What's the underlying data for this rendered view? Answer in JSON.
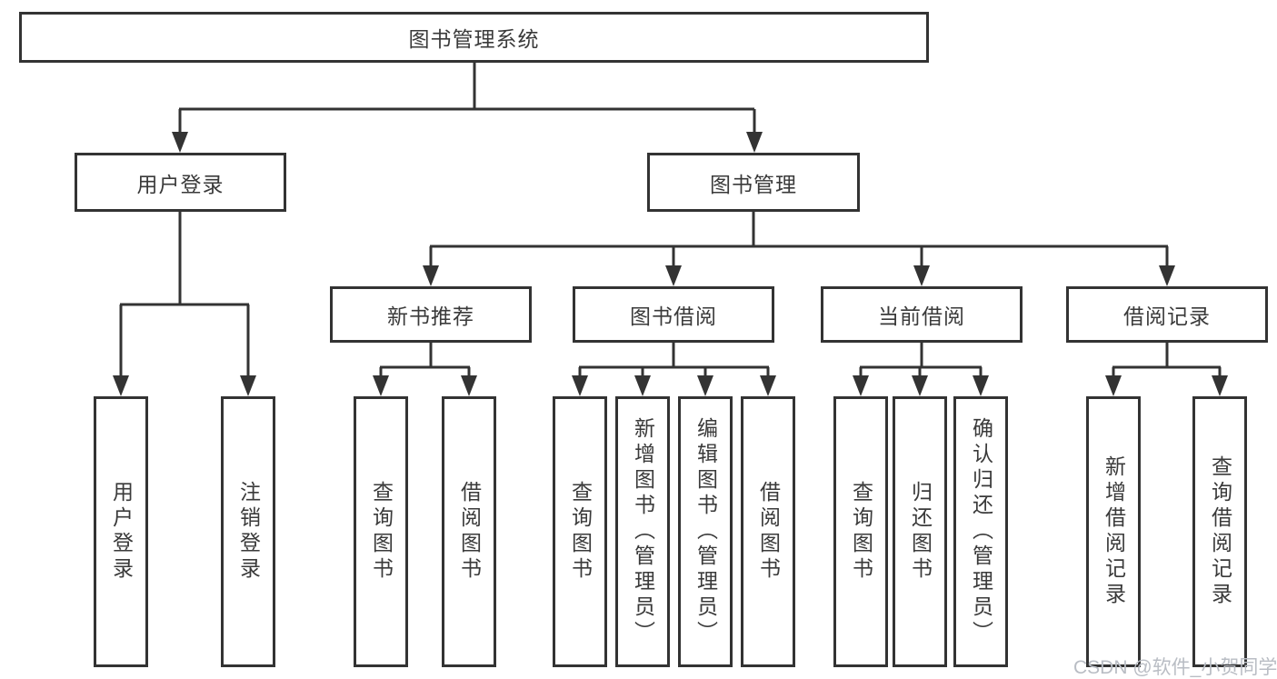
{
  "diagram_title": "图书管理系统",
  "nodes": {
    "root": "图书管理系统",
    "user_login": "用户登录",
    "book_mgmt": "图书管理",
    "new_book": "新书推荐",
    "book_borrow": "图书借阅",
    "current_borrow": "当前借阅",
    "borrow_record": "借阅记录"
  },
  "leaves": {
    "user_login": [
      "用户登录",
      "注销登录"
    ],
    "new_book": [
      "查询图书",
      "借阅图书"
    ],
    "book_borrow": [
      "查询图书",
      "新增图书（管理员）",
      "编辑图书（管理员）",
      "借阅图书"
    ],
    "current_borrow": [
      "查询图书",
      "归还图书",
      "确认归还（管理员）"
    ],
    "borrow_record": [
      "新增借阅记录",
      "查询借阅记录"
    ]
  },
  "watermark": "CSDN @软件_小贺同学",
  "colors": {
    "line": "#333333",
    "text": "#3a3a3a",
    "watermark": "#b9bdc4",
    "background": "#ffffff"
  }
}
